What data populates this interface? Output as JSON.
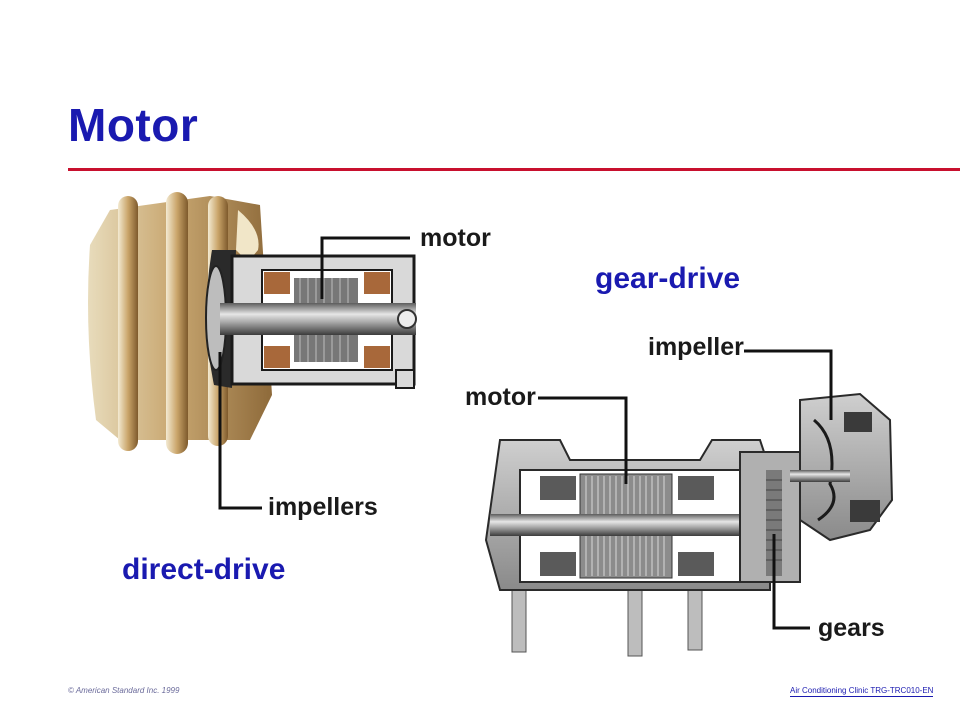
{
  "slide": {
    "title": "Motor",
    "accent_color": "#c8102e",
    "title_color": "#1a1ab0"
  },
  "left_figure": {
    "image": "direct-drive-compressor-cutaway",
    "heading": "direct-drive",
    "labels": {
      "motor": "motor",
      "impellers": "impellers"
    }
  },
  "right_figure": {
    "image": "gear-drive-compressor-cutaway",
    "heading": "gear-drive",
    "labels": {
      "impeller": "impeller",
      "motor": "motor",
      "gears": "gears"
    }
  },
  "footer": {
    "copyright": "© American Standard Inc. 1999",
    "course": "Air Conditioning Clinic TRG-TRC010-EN"
  }
}
